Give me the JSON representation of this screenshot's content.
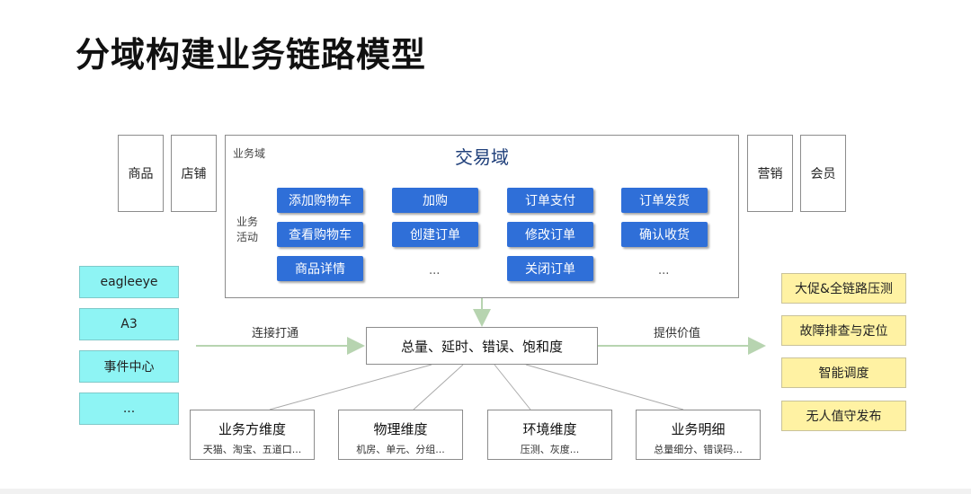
{
  "title": "分域构建业务链路模型",
  "side_left": [
    "商品",
    "店铺"
  ],
  "side_right": [
    "营销",
    "会员"
  ],
  "domain": {
    "title": "交易域",
    "label_domain": "业务域",
    "label_activity_1": "业务",
    "label_activity_2": "活动",
    "col1": [
      "添加购物车",
      "查看购物车",
      "商品详情"
    ],
    "col2": [
      "加购",
      "创建订单"
    ],
    "col2_more": "...",
    "col3": [
      "订单支付",
      "修改订单",
      "关闭订单"
    ],
    "col4": [
      "订单发货",
      "确认收货"
    ],
    "col4_more": "..."
  },
  "sources": [
    "eagleeye",
    "A3",
    "事件中心",
    "..."
  ],
  "connect_label": "连接打通",
  "center": "总量、延时、错误、饱和度",
  "provide_label": "提供价值",
  "outputs": [
    "大促&全链路压测",
    "故障排查与定位",
    "智能调度",
    "无人值守发布"
  ],
  "dimensions": [
    {
      "title": "业务方维度",
      "sub": "天猫、淘宝、五道口..."
    },
    {
      "title": "物理维度",
      "sub": "机房、单元、分组..."
    },
    {
      "title": "环境维度",
      "sub": "压测、灰度..."
    },
    {
      "title": "业务明细",
      "sub": "总量细分、错误码..."
    }
  ],
  "colors": {
    "activity_blue": "#2f6fd8",
    "source_cyan": "#8ef4f4",
    "output_yellow": "#fff2a3",
    "arrow_green": "#b7d4b0",
    "domain_title": "#1f3f7a"
  }
}
